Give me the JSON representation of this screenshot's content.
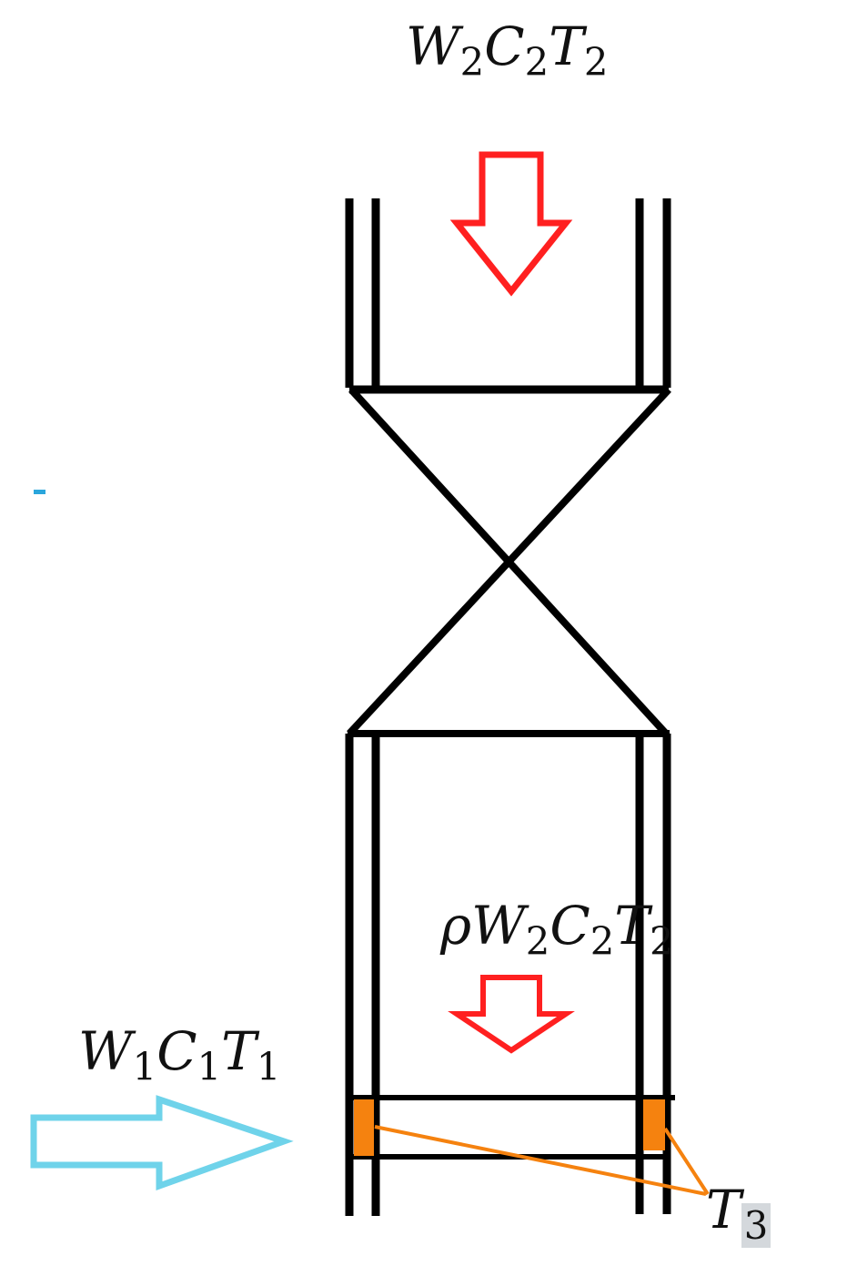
{
  "labels": {
    "top": {
      "parts": [
        "W",
        "2",
        "C",
        "2",
        "T",
        "2"
      ]
    },
    "middle": {
      "prefix": "ρ",
      "parts": [
        "W",
        "2",
        "C",
        "2",
        "T",
        "2"
      ]
    },
    "left": {
      "parts": [
        "W",
        "1",
        "C",
        "1",
        "T",
        "1"
      ]
    },
    "sensor": {
      "parts": [
        "T",
        "3"
      ]
    }
  },
  "colors": {
    "structure": "#000000",
    "hot_flow_arrow": "#ff2020",
    "cold_flow_arrow": "#6fd3ea",
    "sensor": "#f5820f",
    "stray_mark": "#2aa6dc"
  },
  "icons": {
    "top_arrow": "down-arrow-icon",
    "middle_arrow": "down-arrow-icon",
    "left_arrow": "right-arrow-icon"
  }
}
